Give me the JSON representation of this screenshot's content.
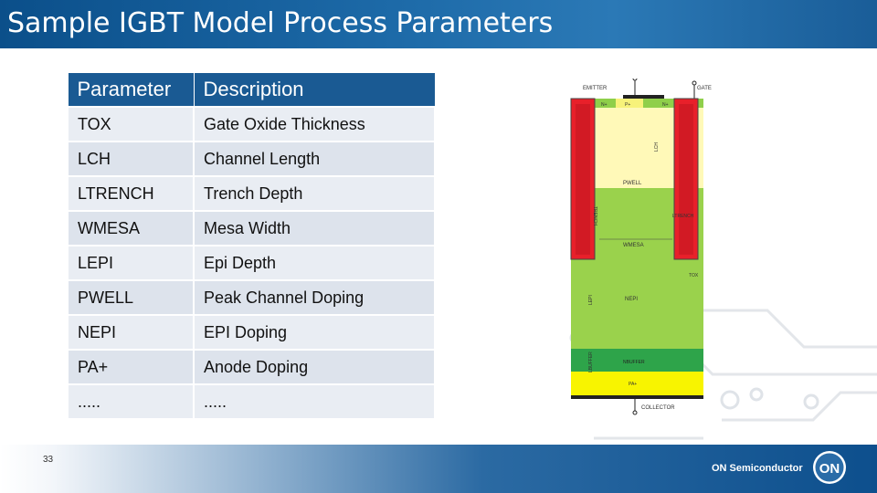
{
  "slide": {
    "title": "Sample IGBT Model Process Parameters",
    "page_number": "33",
    "brand_text": "ON Semiconductor",
    "logo_text": "ON"
  },
  "table": {
    "headers": [
      "Parameter",
      "Description"
    ],
    "rows": [
      [
        "TOX",
        "Gate Oxide Thickness"
      ],
      [
        "LCH",
        "Channel Length"
      ],
      [
        "LTRENCH",
        "Trench Depth"
      ],
      [
        "WMESA",
        "Mesa Width"
      ],
      [
        "LEPI",
        "Epi Depth"
      ],
      [
        "PWELL",
        "Peak Channel Doping"
      ],
      [
        "NEPI",
        "EPI Doping"
      ],
      [
        "PA+",
        "Anode Doping"
      ],
      [
        ".....",
        "....."
      ]
    ]
  },
  "diagram": {
    "labels": {
      "emitter": "EMITTER",
      "gate": "GATE",
      "n_left": "N+",
      "p_mid": "P+",
      "n_right": "N+",
      "lch": "LCH",
      "trench": "TRENCH",
      "pwell": "PWELL",
      "ltrench": "LTRENCH",
      "wmesa": "WMESA",
      "tox": "TOX",
      "nepi": "NEPI",
      "lepi": "LEPI",
      "lbuffer": "LBUFFER",
      "nbuffer": "NBUFFER",
      "pa": "PA+",
      "collector": "COLLECTOR"
    },
    "colors": {
      "trench": "#e8202a",
      "pwell": "#fff9b8",
      "nepi": "#9ad24c",
      "nbuffer": "#2ea44a",
      "pa": "#f8f400",
      "metal": "#222222"
    }
  }
}
